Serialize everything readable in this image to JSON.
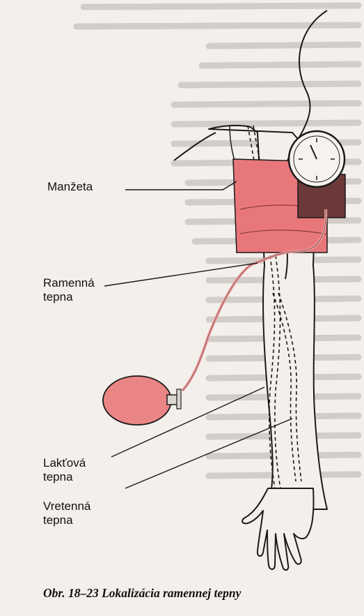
{
  "figure": {
    "labels": {
      "cuff": "Manžeta",
      "brachial_artery_line1": "Ramenná",
      "brachial_artery_line2": "tepna",
      "ulnar_artery_line1": "Lakťová",
      "ulnar_artery_line2": "tepna",
      "radial_artery_line1": "Vretenná",
      "radial_artery_line2": "tepna"
    },
    "caption": "Obr. 18–23  Lokalizácia ramennej tepny"
  },
  "colors": {
    "cuff": "#e8777b",
    "bulb": "#ea8585",
    "tube": "#ee9a9a",
    "ink": "#1a1a1a",
    "paper": "#f3f0ec"
  }
}
